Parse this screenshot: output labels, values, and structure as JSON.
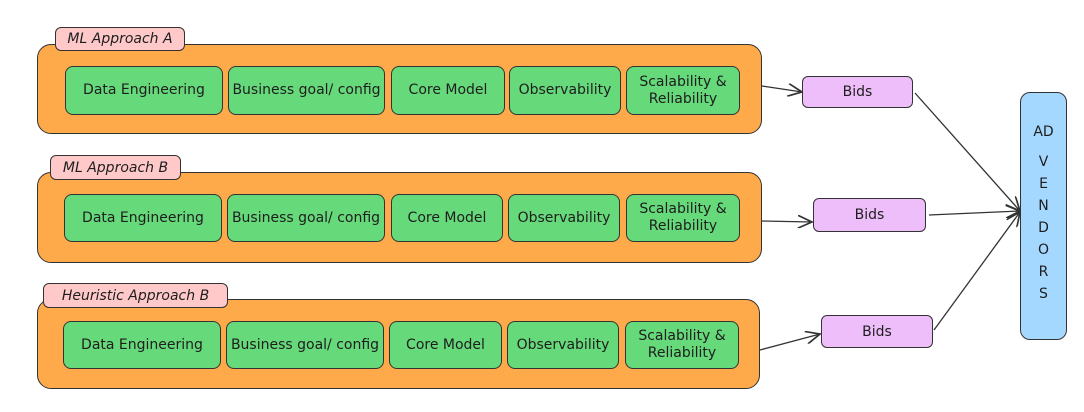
{
  "approaches": [
    {
      "label": "ML Approach A",
      "cells": [
        "Data Engineering",
        "Business goal/ config",
        "Core Model",
        "Observability",
        "Scalability & Reliability"
      ],
      "output": "Bids"
    },
    {
      "label": "ML Approach B",
      "cells": [
        "Data Engineering",
        "Business goal/ config",
        "Core Model",
        "Observability",
        "Scalability & Reliability"
      ],
      "output": "Bids"
    },
    {
      "label": "Heuristic Approach B",
      "cells": [
        "Data Engineering",
        "Business goal/ config",
        "Core Model",
        "Observability",
        "Scalability & Reliability"
      ],
      "output": "Bids"
    }
  ],
  "target": {
    "line1": "AD",
    "line2": "VENDORS"
  }
}
